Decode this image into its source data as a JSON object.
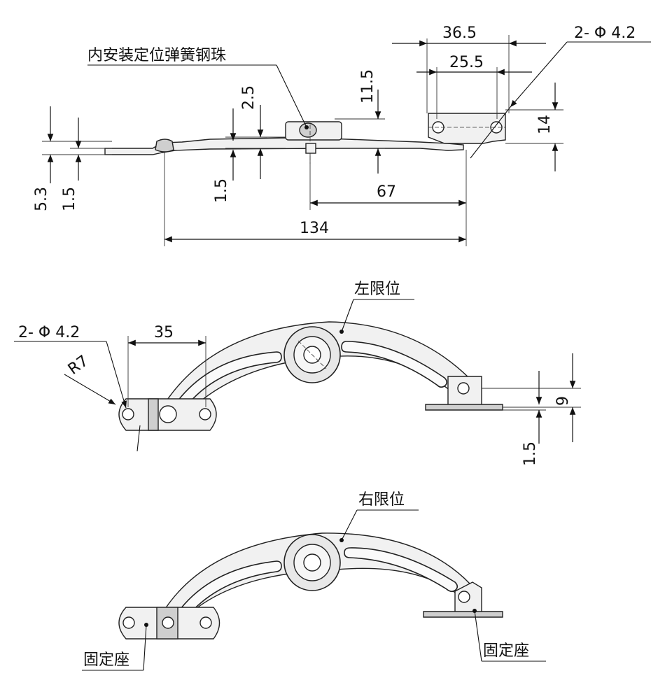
{
  "side_view": {
    "callout_label": "内安装定位弹簧钢珠",
    "dims": {
      "top_width": "36.5",
      "inner_width": "25.5",
      "hole_spec": "2- Φ 4.2",
      "height_14": "14",
      "height_11_5": "11.5",
      "height_2_5": "2.5",
      "thick_1_5_mid": "1.5",
      "height_5_3": "5.3",
      "thick_1_5_left": "1.5",
      "length_67": "67",
      "length_134": "134"
    }
  },
  "left_limit_view": {
    "label": "左限位",
    "dims": {
      "hole_spec": "2- Φ 4.2",
      "width_35": "35",
      "radius": "R7",
      "height_9": "9",
      "thick_1_5": "1.5"
    }
  },
  "right_limit_view": {
    "label": "右限位",
    "base_label_left": "固定座",
    "base_label_right": "固定座"
  }
}
